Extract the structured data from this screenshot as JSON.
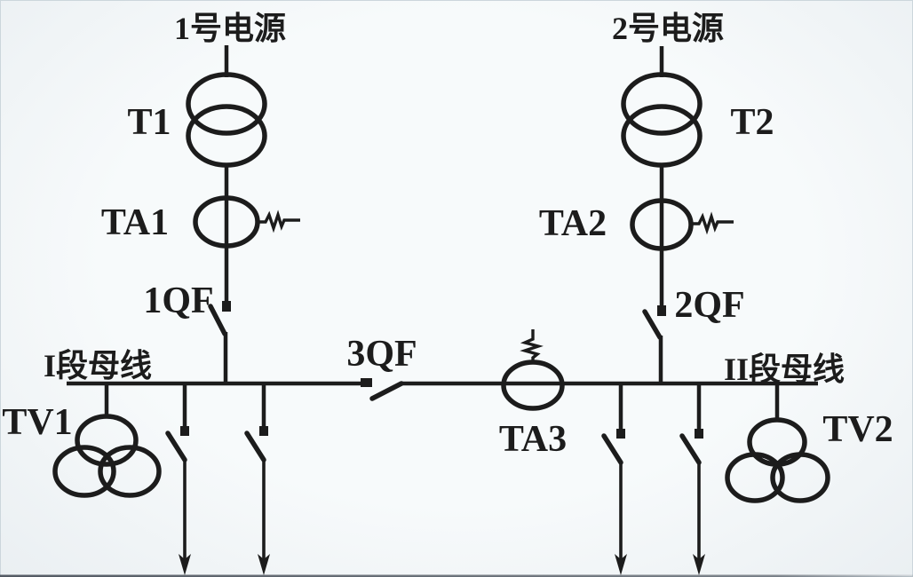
{
  "colors": {
    "line": "#1c1c1c",
    "background": "#f3f6f8"
  },
  "labels": {
    "source1": "1号电源",
    "source2": "2号电源",
    "t1": "T1",
    "t2": "T2",
    "ta1": "TA1",
    "ta2": "TA2",
    "ta3": "TA3",
    "qf1": "1QF",
    "qf2": "2QF",
    "qf3": "3QF",
    "bus1": "I段母线",
    "bus2": "II段母线",
    "tv1": "TV1",
    "tv2": "TV2"
  }
}
